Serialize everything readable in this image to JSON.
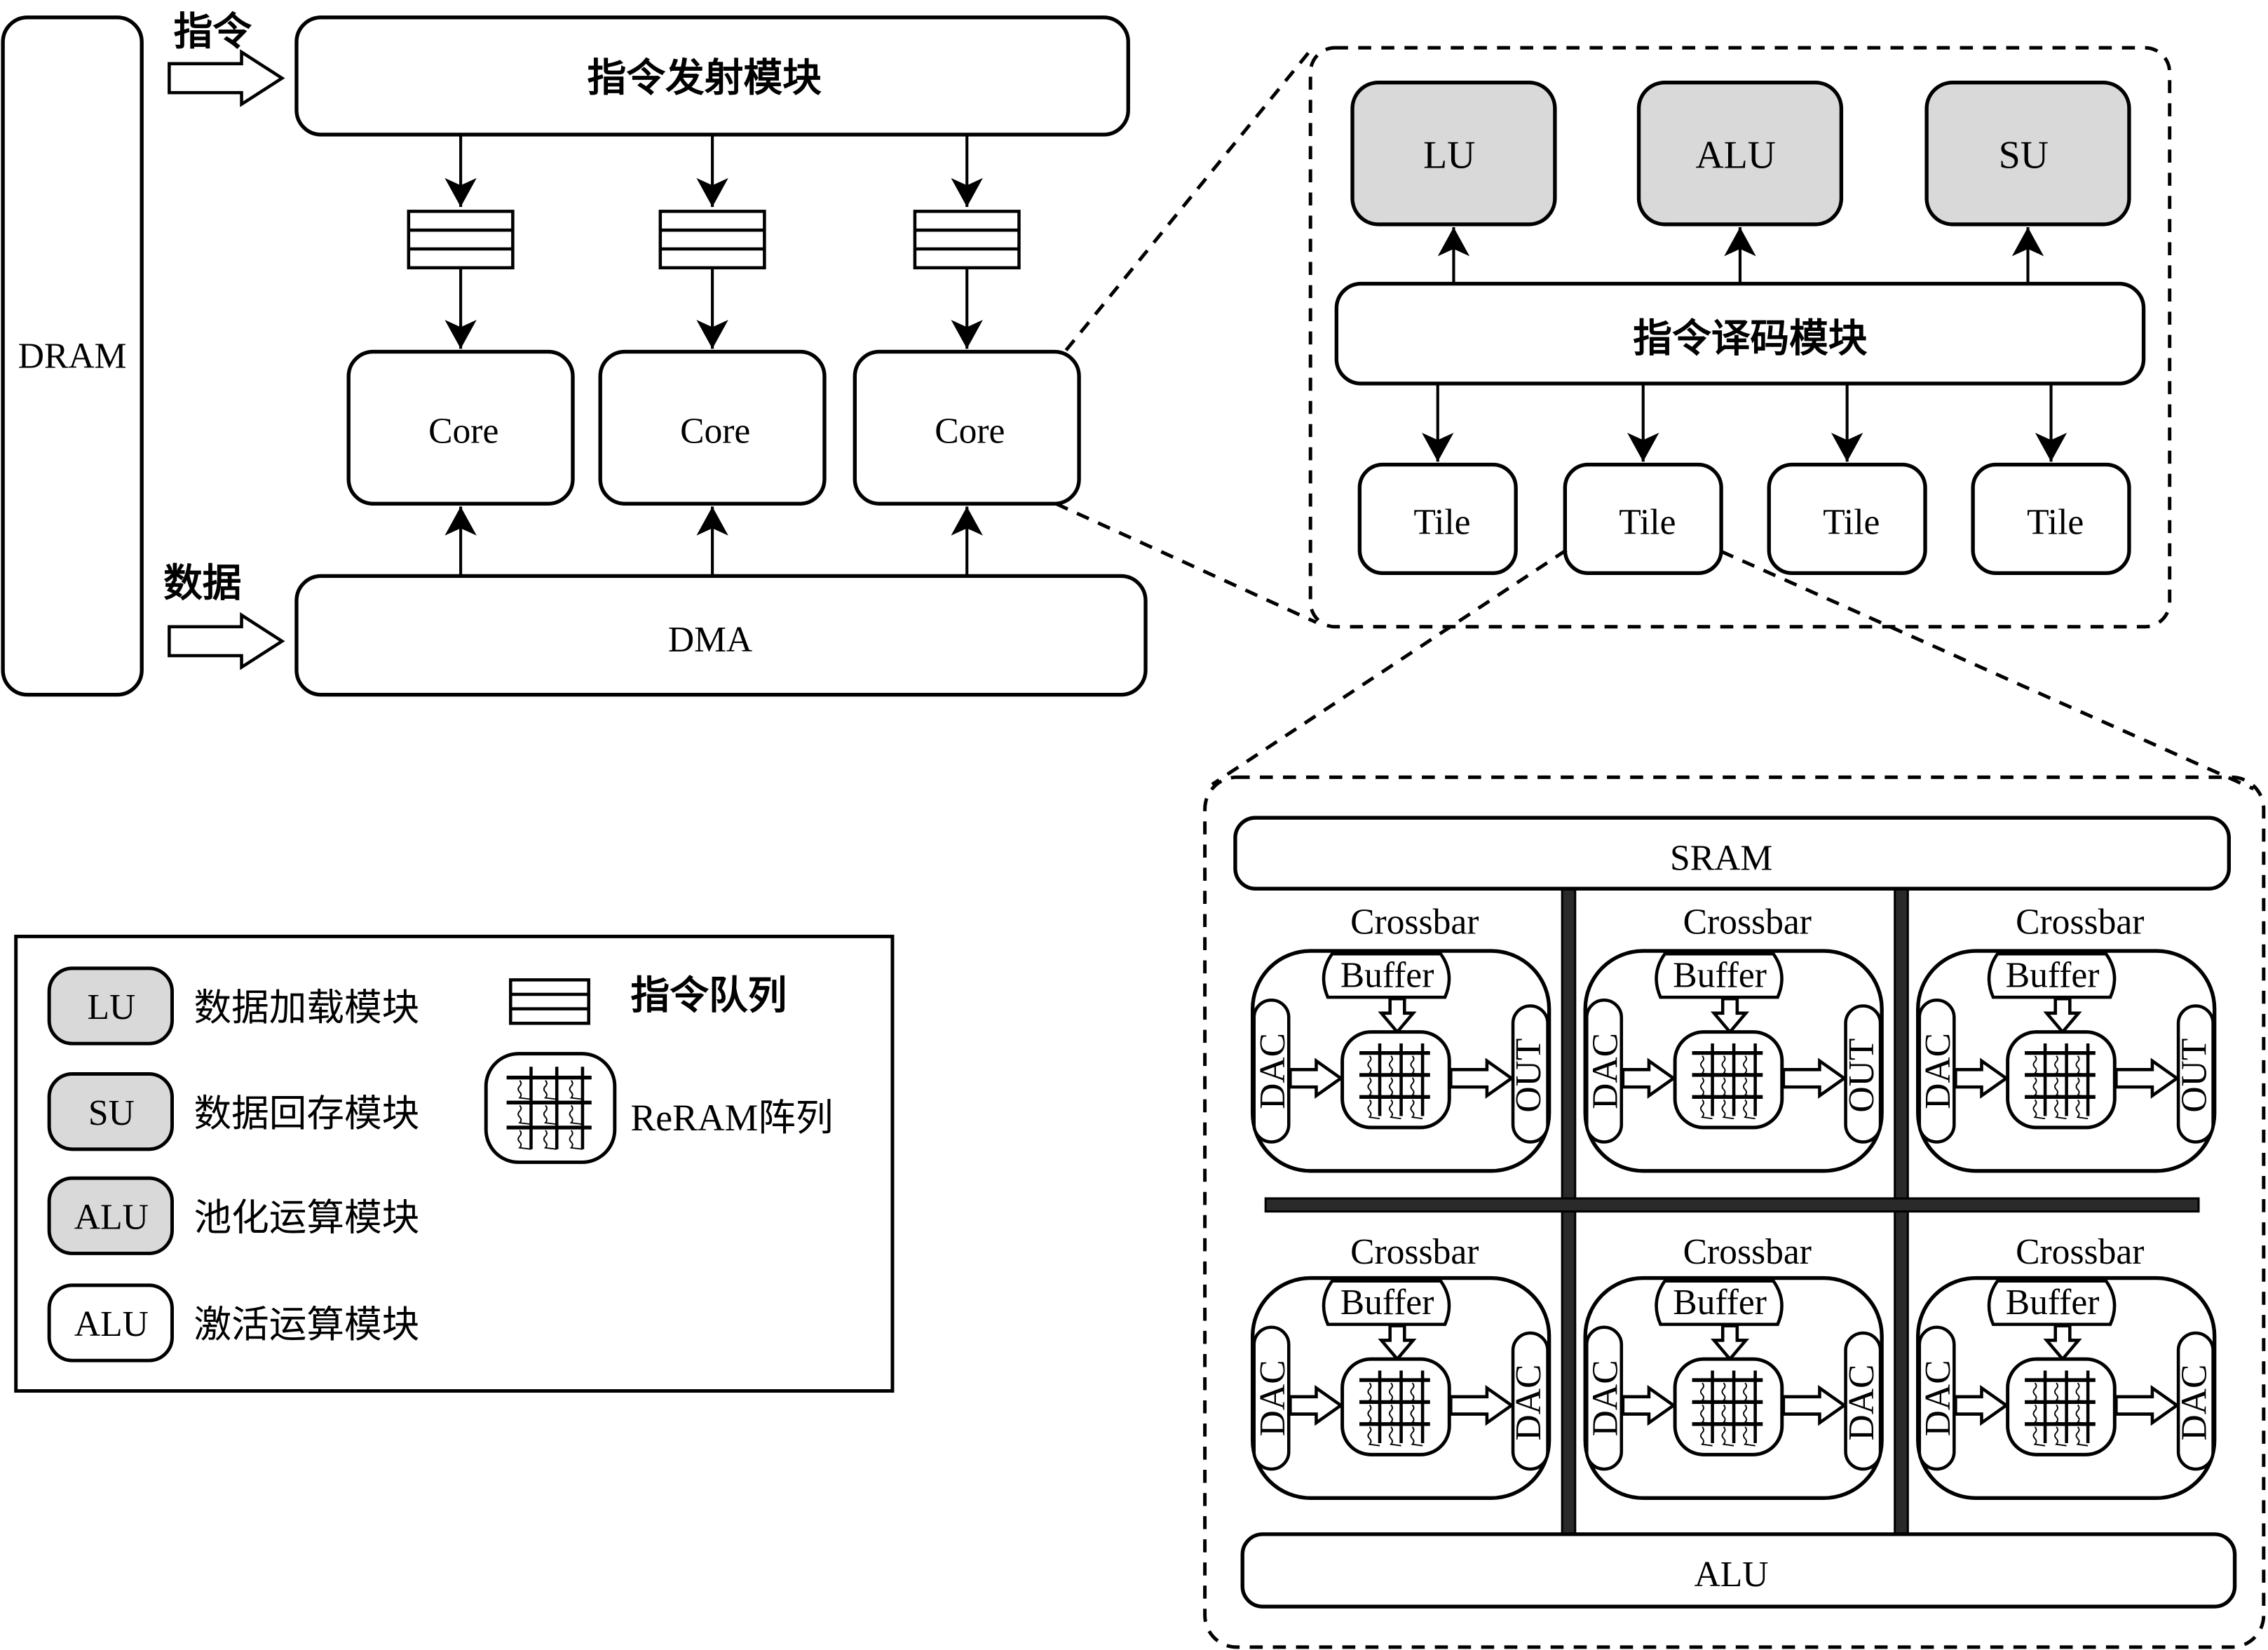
{
  "diagram": {
    "title": "ReRAM-based accelerator architecture",
    "dram": {
      "label": "DRAM"
    },
    "instruction_input_label": "指令",
    "data_input_label": "数据",
    "issue_module": {
      "label": "指令发射模块"
    },
    "queues": [
      {
        "icon": "instruction-queue-icon"
      },
      {
        "icon": "instruction-queue-icon"
      },
      {
        "icon": "instruction-queue-icon"
      }
    ],
    "cores": [
      {
        "label": "Core"
      },
      {
        "label": "Core"
      },
      {
        "label": "Core"
      }
    ],
    "dma": {
      "label": "DMA"
    },
    "core_detail": {
      "units": [
        {
          "label": "LU",
          "fill": "#d9d9d9"
        },
        {
          "label": "ALU",
          "fill": "#d9d9d9"
        },
        {
          "label": "SU",
          "fill": "#d9d9d9"
        }
      ],
      "decoder": {
        "label": "指令译码模块"
      },
      "tiles": [
        {
          "label": "Tile"
        },
        {
          "label": "Tile"
        },
        {
          "label": "Tile"
        },
        {
          "label": "Tile"
        }
      ]
    },
    "tile_detail": {
      "sram": {
        "label": "SRAM"
      },
      "alu": {
        "label": "ALU"
      },
      "crossbars": [
        {
          "title": "Crossbar",
          "buffer": "Buffer",
          "left": "DAC",
          "right": "OUT"
        },
        {
          "title": "Crossbar",
          "buffer": "Buffer",
          "left": "DAC",
          "right": "OUT"
        },
        {
          "title": "Crossbar",
          "buffer": "Buffer",
          "left": "DAC",
          "right": "OUT"
        },
        {
          "title": "Crossbar",
          "buffer": "Buffer",
          "left": "DAC",
          "right": "DAC"
        },
        {
          "title": "Crossbar",
          "buffer": "Buffer",
          "left": "DAC",
          "right": "DAC"
        },
        {
          "title": "Crossbar",
          "buffer": "Buffer",
          "left": "DAC",
          "right": "DAC"
        }
      ]
    },
    "legend": {
      "items": [
        {
          "symbol": "LU",
          "label": "数据加载模块",
          "fill": "#d9d9d9"
        },
        {
          "symbol": "SU",
          "label": "数据回存模块",
          "fill": "#d9d9d9"
        },
        {
          "symbol": "ALU",
          "label": "池化运算模块",
          "fill": "#d9d9d9"
        },
        {
          "symbol": "ALU",
          "label": "激活运算模块",
          "fill": "#ffffff"
        }
      ],
      "queue_label": "指令队列",
      "reram_label": "ReRAM阵列"
    }
  }
}
